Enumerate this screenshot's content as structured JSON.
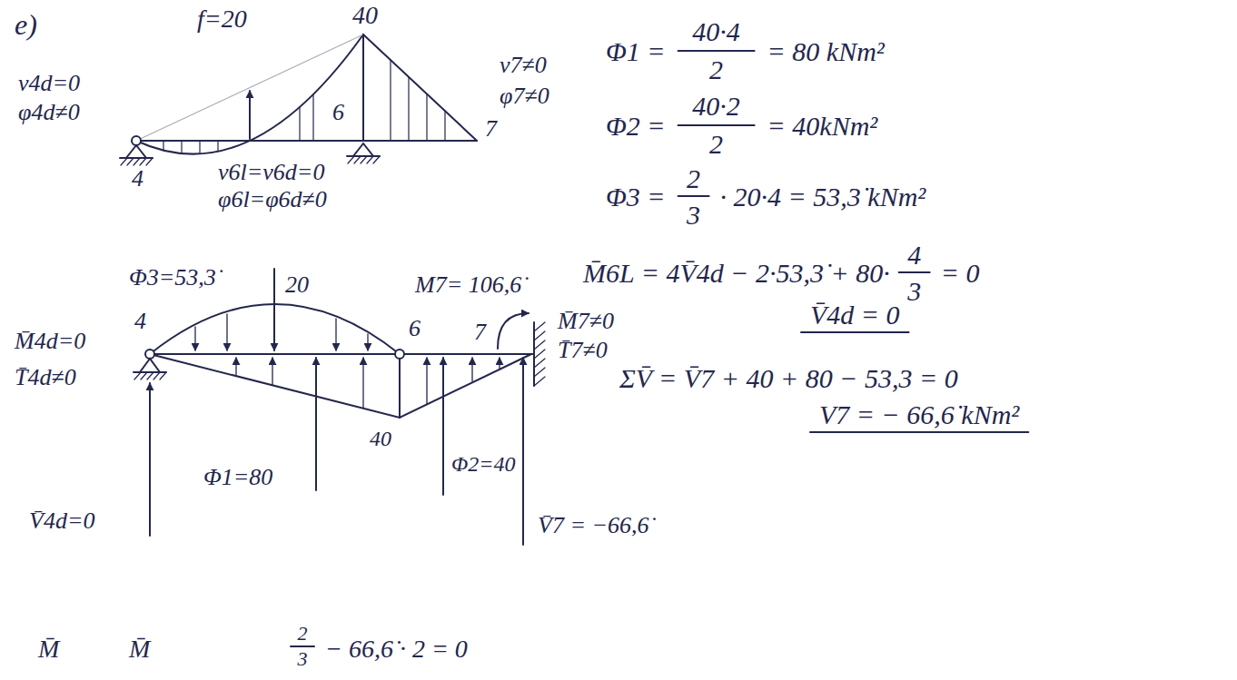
{
  "diagram": {
    "labels": [
      "e)",
      "f=20",
      "40",
      "v4d=0",
      "φ4d≠0",
      "v7≠0",
      "φ7≠0",
      "6",
      "4",
      "7",
      "v6l=v6d=0",
      "φ6l=φ6d≠0",
      "Φ1 =",
      "40·4",
      "2",
      "= 80 kNm²",
      "Φ2 =",
      "40·2",
      "2",
      "= 40kNm²",
      "Φ3 =",
      "2",
      "3",
      "· 20·4 = 53,3̇ kNm²",
      "M̄6L = 4V̄4d − 2·53,3̇ + 80·",
      "4",
      "3",
      "= 0",
      "V̄4d = 0",
      "ΣV̄ = V̄7 + 40 + 80 − 53,3 = 0",
      "V7 = − 66,6̇ kNm²",
      "Φ3=53,3̇",
      "20",
      "M7= 106,6̇",
      "M̄7≠0",
      "T̄7≠0",
      "M̄4d=0",
      "4",
      "6",
      "7",
      "T̄4d≠0",
      "Φ1=80",
      "40",
      "Φ2=40",
      "V̄7 = −66,6̇",
      "V̄4d=0",
      "M̄",
      "M̄",
      "2",
      "3",
      "− 66,6̇ · 2 = 0"
    ]
  }
}
